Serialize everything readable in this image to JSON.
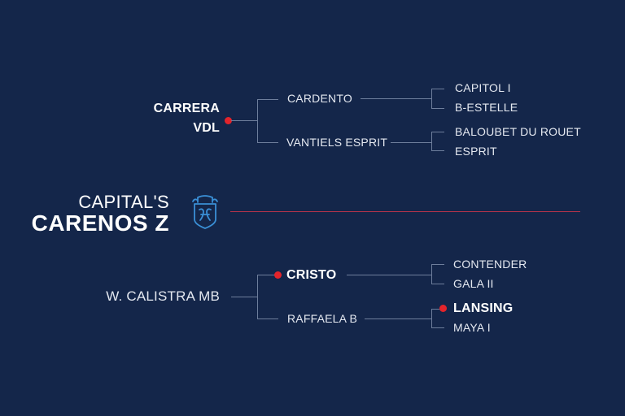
{
  "subject": {
    "prefix": "CAPITAL'S",
    "name": "CARENOS Z",
    "crest_icon": "shield-crest-icon"
  },
  "sire": {
    "name_line1": "CARRERA",
    "name_line2": "VDL",
    "highlighted": true,
    "sire": {
      "name": "CARDENTO",
      "sire": "CAPITOL I",
      "dam": "B-ESTELLE"
    },
    "dam": {
      "name": "VANTIELS ESPRIT",
      "sire": "BALOUBET DU ROUET",
      "dam": "ESPRIT"
    }
  },
  "dam": {
    "name": "W. CALISTRA MB",
    "sire": {
      "name": "CRISTO",
      "highlighted": true,
      "sire": "CONTENDER",
      "dam": "GALA II"
    },
    "dam": {
      "name": "RAFFAELA B",
      "sire": "LANSING",
      "sire_highlighted": true,
      "dam": "MAYA I"
    }
  },
  "colors": {
    "background": "#14264a",
    "text": "#e4e8f0",
    "connector": "#6e7e9c",
    "highlight_dot": "#e3242b",
    "divider": "#b8334a",
    "crest": "#3a8fd6"
  }
}
